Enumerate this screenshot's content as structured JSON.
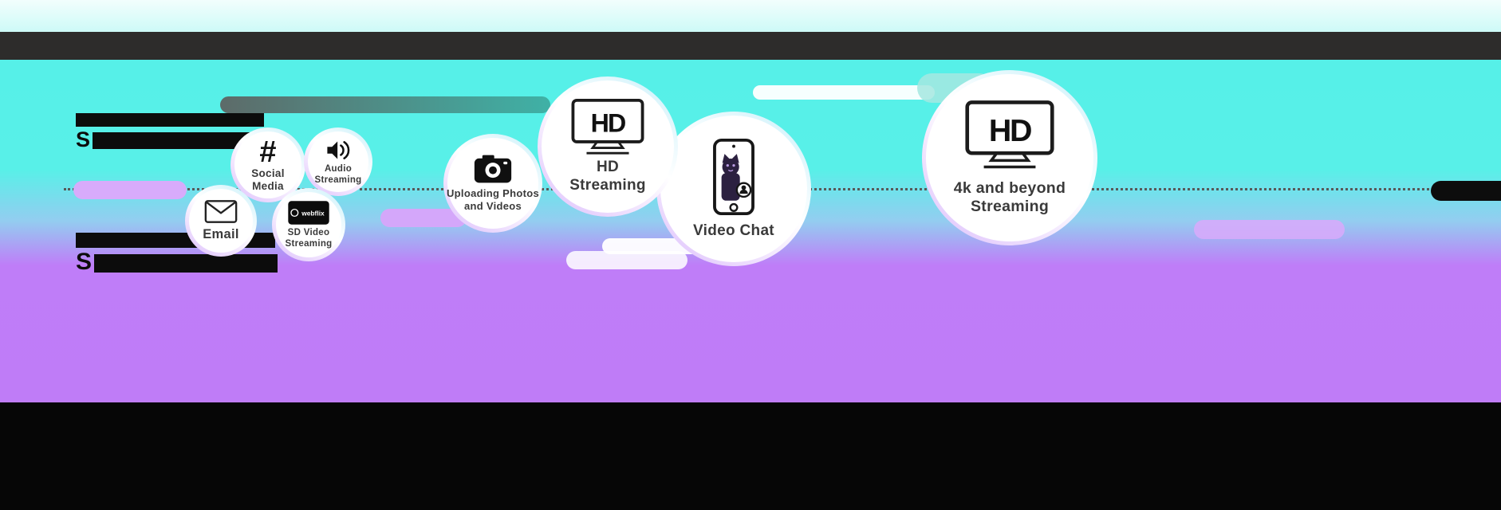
{
  "colors": {
    "cyan_background": "#56f0e8",
    "purple_background": "#bf7cf7",
    "top_dark_bar": "#2d2c2b",
    "bottom_black_band": "#060606",
    "lavender_pill": "#d8abfb",
    "teal_pill": "#3fb1a6",
    "white_pill": "#ffffff"
  },
  "speed_tiers": [
    {
      "visible_text": "S"
    },
    {
      "visible_text": "S"
    }
  ],
  "bubbles": [
    {
      "label": "Email",
      "icon": "envelope-icon"
    },
    {
      "label": "Social Media",
      "icon": "hashtag-icon",
      "icon_glyph": "#"
    },
    {
      "label": "Audio Streaming",
      "icon": "speaker-icon"
    },
    {
      "label": "SD Video Streaming",
      "icon": "webflix-logo-icon",
      "logo_text": "webflix"
    },
    {
      "label": "Uploading Photos and Videos",
      "icon": "camera-icon"
    },
    {
      "label": "HD Streaming",
      "icon": "hd-tv-icon",
      "icon_text": "HD"
    },
    {
      "label": "Video Chat",
      "icon": "video-chat-phone-icon"
    },
    {
      "label": "4k and beyond Streaming",
      "icon": "hd-tv-icon",
      "icon_text": "HD"
    }
  ]
}
